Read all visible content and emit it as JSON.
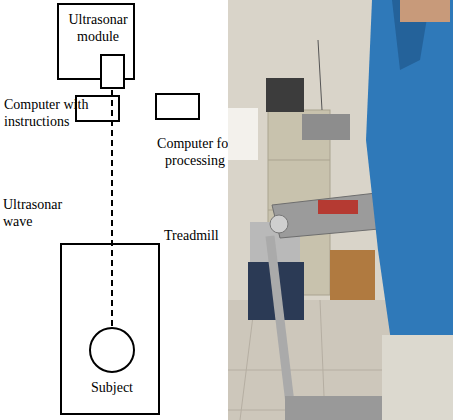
{
  "diagram": {
    "nodes": [
      {
        "text": [
          "Ultrasonar module"
        ]
      },
      {
        "text": [
          "Computer with instructions"
        ]
      },
      {
        "text": [
          "Computer for processing"
        ]
      },
      {
        "text": [
          "Treadmill"
        ]
      },
      {
        "text": [
          "Subject"
        ],
        "in": 3
      }
    ],
    "edges": [
      {
        "from": 0,
        "to": 4,
        "arrow": "none",
        "label": "Ultrasonar wave"
      }
    ]
  }
}
